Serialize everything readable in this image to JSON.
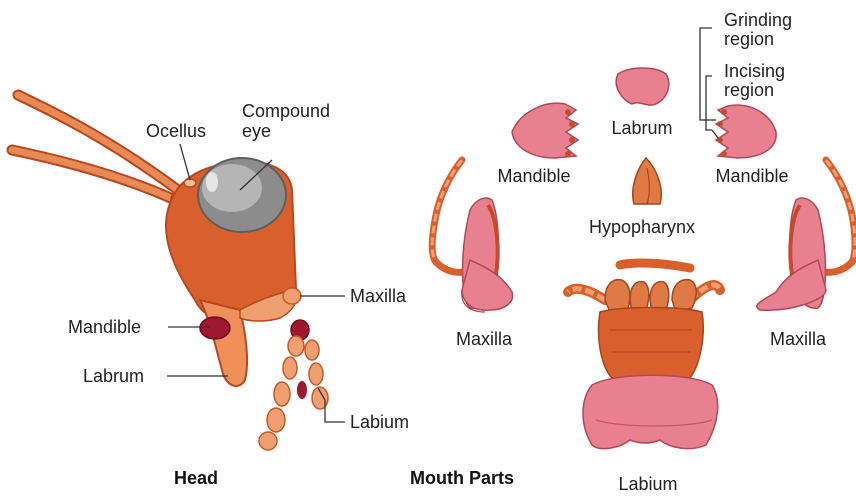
{
  "colors": {
    "body": "#d9602d",
    "body_light": "#f0a070",
    "body_dark": "#b8481e",
    "pink": "#e0707e",
    "pink_light": "#f2b0b8",
    "eye": "#9a9a9a",
    "dark_red": "#a01830"
  },
  "head_diagram": {
    "title": "Head",
    "labels": {
      "ocellus": "Ocellus",
      "compound_eye_line1": "Compound",
      "compound_eye_line2": "eye",
      "maxilla": "Maxilla",
      "mandible": "Mandible",
      "labrum": "Labrum",
      "labium": "Labium"
    }
  },
  "mouth_parts_diagram": {
    "title": "Mouth Parts",
    "labels": {
      "labrum": "Labrum",
      "mandible_left": "Mandible",
      "mandible_right": "Mandible",
      "hypopharynx": "Hypopharynx",
      "maxilla_left": "Maxilla",
      "maxilla_right": "Maxilla",
      "labium": "Labium",
      "grinding_line1": "Grinding",
      "grinding_line2": "region",
      "incising_line1": "Incising",
      "incising_line2": "region"
    }
  }
}
